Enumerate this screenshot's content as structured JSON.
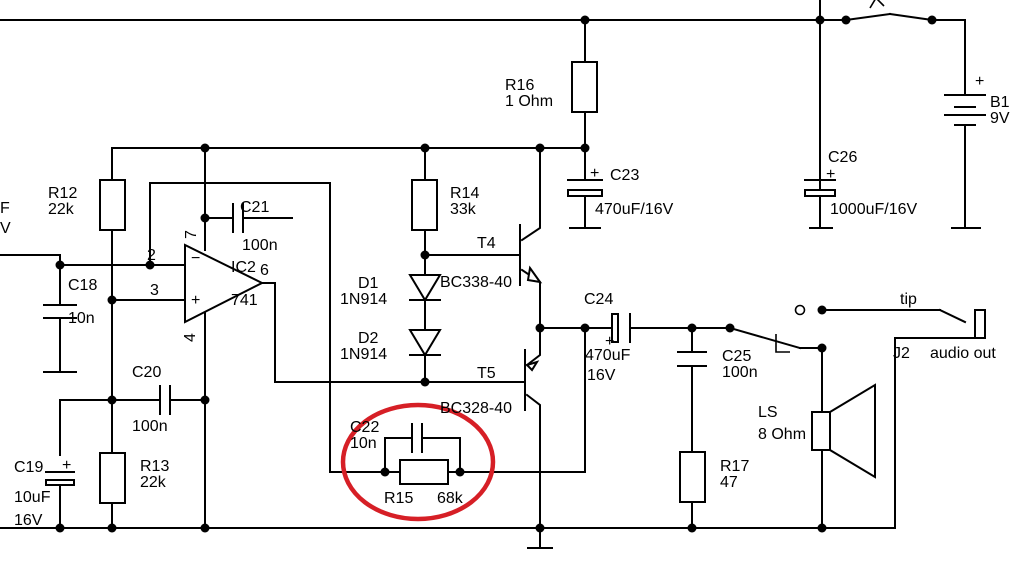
{
  "labels": {
    "r16_name": "R16",
    "r16_value": "1 Ohm",
    "c23_name": "C23",
    "c23_value": "470uF/16V",
    "c26_name": "C26",
    "c26_value": "1000uF/16V",
    "b1_name": "B1",
    "b1_value": "9V",
    "r12_name": "R12",
    "r12_value": "22k",
    "c21_name": "C21",
    "c21_value": "100n",
    "r14_name": "R14",
    "r14_value": "33k",
    "t4_name": "T4",
    "t4_type": "BC338-40",
    "d1_name": "D1",
    "d1_type": "1N914",
    "d2_name": "D2",
    "d2_type": "1N914",
    "ic2_name": "IC2",
    "ic2_type": "741",
    "pin2": "2",
    "pin3": "3",
    "pin4": "4",
    "pin6": "6",
    "pin7": "7",
    "c18_name": "C18",
    "c18_value": "10n",
    "c24_name": "C24",
    "c24_value": "470uF",
    "c24_voltage": "16V",
    "t5_name": "T5",
    "t5_type": "BC328-40",
    "c20_name": "C20",
    "c20_value": "100n",
    "c22_name": "C22",
    "c22_value": "10n",
    "r15_name": "R15",
    "r15_value": "68k",
    "c19_name": "C19",
    "c19_value": "10uF",
    "c19_voltage": "16V",
    "r13_name": "R13",
    "r13_value": "22k",
    "c25_name": "C25",
    "c25_value": "100n",
    "r17_name": "R17",
    "r17_value": "47",
    "ls_name": "LS",
    "ls_value": "8 Ohm",
    "tip": "tip",
    "j2_name": "J2",
    "audio_out": "audio out",
    "cut_left_1": "F",
    "cut_left_2": "V",
    "plus": "+"
  },
  "colors": {
    "wire": "#000000",
    "highlight": "#d61f26",
    "background": "#ffffff"
  }
}
